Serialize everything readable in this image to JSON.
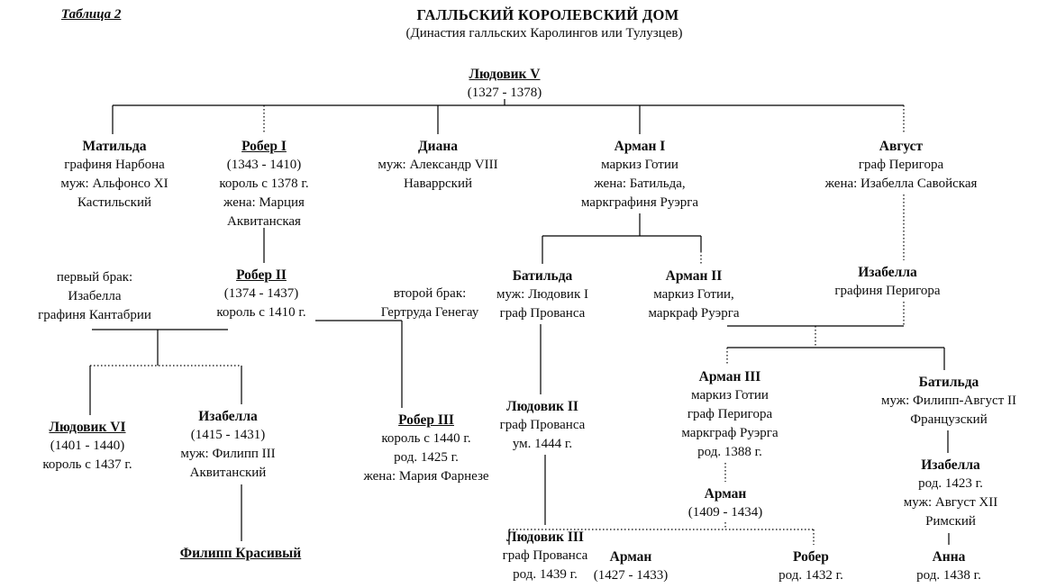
{
  "header": {
    "table_label": "Таблица 2",
    "title": "ГАЛЛЬСКИЙ КОРОЛЕВСКИЙ ДОМ",
    "subtitle": "(Династия галльских Каролингов или Тулузцев)"
  },
  "tree": {
    "root": {
      "name": "Людовик V",
      "dates": "(1327 - 1378)"
    },
    "nodes": {
      "matilda": {
        "name": "Матильда",
        "lines": [
          "графиня Нарбона",
          "муж: Альфонсо XI",
          "Кастильский"
        ]
      },
      "rober1": {
        "name": "Робер I",
        "lines": [
          "(1343 - 1410)",
          "король с 1378 г.",
          "жена: Марция",
          "Аквитанская"
        ]
      },
      "diana": {
        "name": "Диана",
        "lines": [
          "муж: Александр VIII",
          "Наваррский"
        ]
      },
      "arman1": {
        "name": "Арман I",
        "lines": [
          "маркиз Готии",
          "жена: Батильда,",
          "маркграфиня Руэрга"
        ]
      },
      "avgust": {
        "name": "Август",
        "lines": [
          "граф Перигора",
          "жена: Изабелла Савойская"
        ]
      },
      "first_marriage": {
        "lines": [
          "первый брак:",
          "Изабелла",
          "графиня Кантабрии"
        ]
      },
      "rober2": {
        "name": "Робер II",
        "lines": [
          "(1374 - 1437)",
          "король с 1410 г."
        ]
      },
      "second_marriage": {
        "lines": [
          "второй брак:",
          "Гертруда Генегау"
        ]
      },
      "batilda_provance": {
        "name": "Батильда",
        "lines": [
          "муж: Людовик I",
          "граф Прованса"
        ]
      },
      "arman2": {
        "name": "Арман II",
        "lines": [
          "маркиз Готии,",
          "маркраф Руэрга"
        ]
      },
      "izabella_perigora": {
        "name": "Изабелла",
        "lines": [
          "графиня Перигора"
        ]
      },
      "ludovik6": {
        "name": "Людовик VI",
        "lines": [
          "(1401 - 1440)",
          "король с 1437 г."
        ]
      },
      "izabella_akvit": {
        "name": "Изабелла",
        "lines": [
          "(1415 - 1431)",
          "муж: Филипп III",
          "Аквитанский"
        ]
      },
      "rober3": {
        "name": "Робер III",
        "lines": [
          "король с 1440 г.",
          "род. 1425 г.",
          "жена: Мария Фарнезе"
        ]
      },
      "ludovik2": {
        "name": "Людовик II",
        "lines": [
          "граф Прованса",
          "ум. 1444 г."
        ]
      },
      "arman3": {
        "name": "Арман III",
        "lines": [
          "маркиз Готии",
          "граф Перигора",
          "маркграф Руэрга",
          "род. 1388 г."
        ]
      },
      "batilda_franc": {
        "name": "Батильда",
        "lines": [
          "муж: Филипп-Август II",
          "Французский"
        ]
      },
      "izabella_rim": {
        "name": "Изабелла",
        "lines": [
          "род. 1423 г.",
          "муж: Август XII",
          "Римский"
        ]
      },
      "filipp_krasivy": {
        "name": "Филипп Красивый",
        "lines": []
      },
      "ludovik3": {
        "name": "Людовик III",
        "lines": [
          "граф Прованса",
          "род. 1439 г."
        ]
      },
      "arman_1409": {
        "name": "Арман",
        "lines": [
          "(1409 - 1434)"
        ]
      },
      "arman_1427": {
        "name": "Арман",
        "lines": [
          "(1427 - 1433)"
        ]
      },
      "rober_1432": {
        "name": "Робер",
        "lines": [
          "род. 1432 г."
        ]
      },
      "anna": {
        "name": "Анна",
        "lines": [
          "род. 1438 г."
        ]
      }
    }
  }
}
